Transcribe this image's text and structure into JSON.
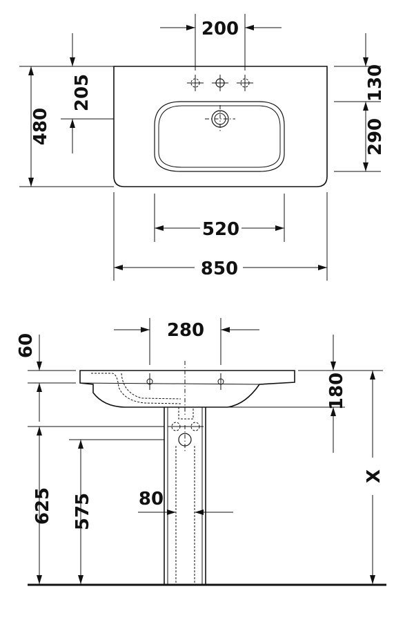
{
  "top_view": {
    "dims": {
      "tap_spacing": "200",
      "depth_front": "205",
      "total_depth": "480",
      "rear_offset": "130",
      "bowl_depth": "290",
      "bowl_width": "520",
      "overall_width": "850"
    }
  },
  "front_view": {
    "dims": {
      "hole_spacing": "280",
      "rim_thickness": "60",
      "outlet_height": "625",
      "pedestal_height": "575",
      "pedestal_width": "80",
      "bowl_height": "180",
      "mounting_height": "X"
    }
  }
}
